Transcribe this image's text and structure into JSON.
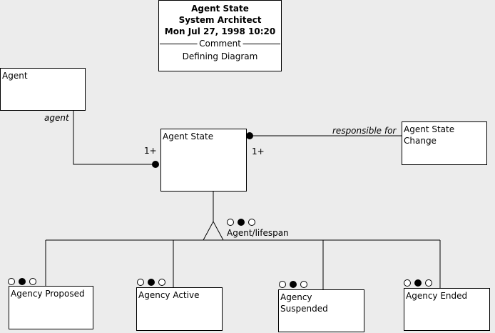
{
  "header": {
    "line1": "Agent State",
    "line2": "System Architect",
    "line3": "Mon Jul 27, 1998  10:20",
    "divider_label": "Comment",
    "line5": "Defining Diagram"
  },
  "entities": {
    "agent": "Agent",
    "agent_state": "Agent State",
    "agent_state_change_line1": "Agent State",
    "agent_state_change_line2": "Change",
    "agency_proposed": "Agency Proposed",
    "agency_active": "Agency Active",
    "agency_suspended_line1": "Agency",
    "agency_suspended_line2": "Suspended",
    "agency_ended": "Agency Ended"
  },
  "relationships": {
    "agent_role": "agent",
    "agent_cardinality": "1+",
    "responsible_role": "responsible for",
    "responsible_cardinality": "1+",
    "subtype_label": "Agent/lifespan"
  },
  "subtype_markers": {
    "pattern": [
      "open",
      "filled",
      "open"
    ]
  }
}
